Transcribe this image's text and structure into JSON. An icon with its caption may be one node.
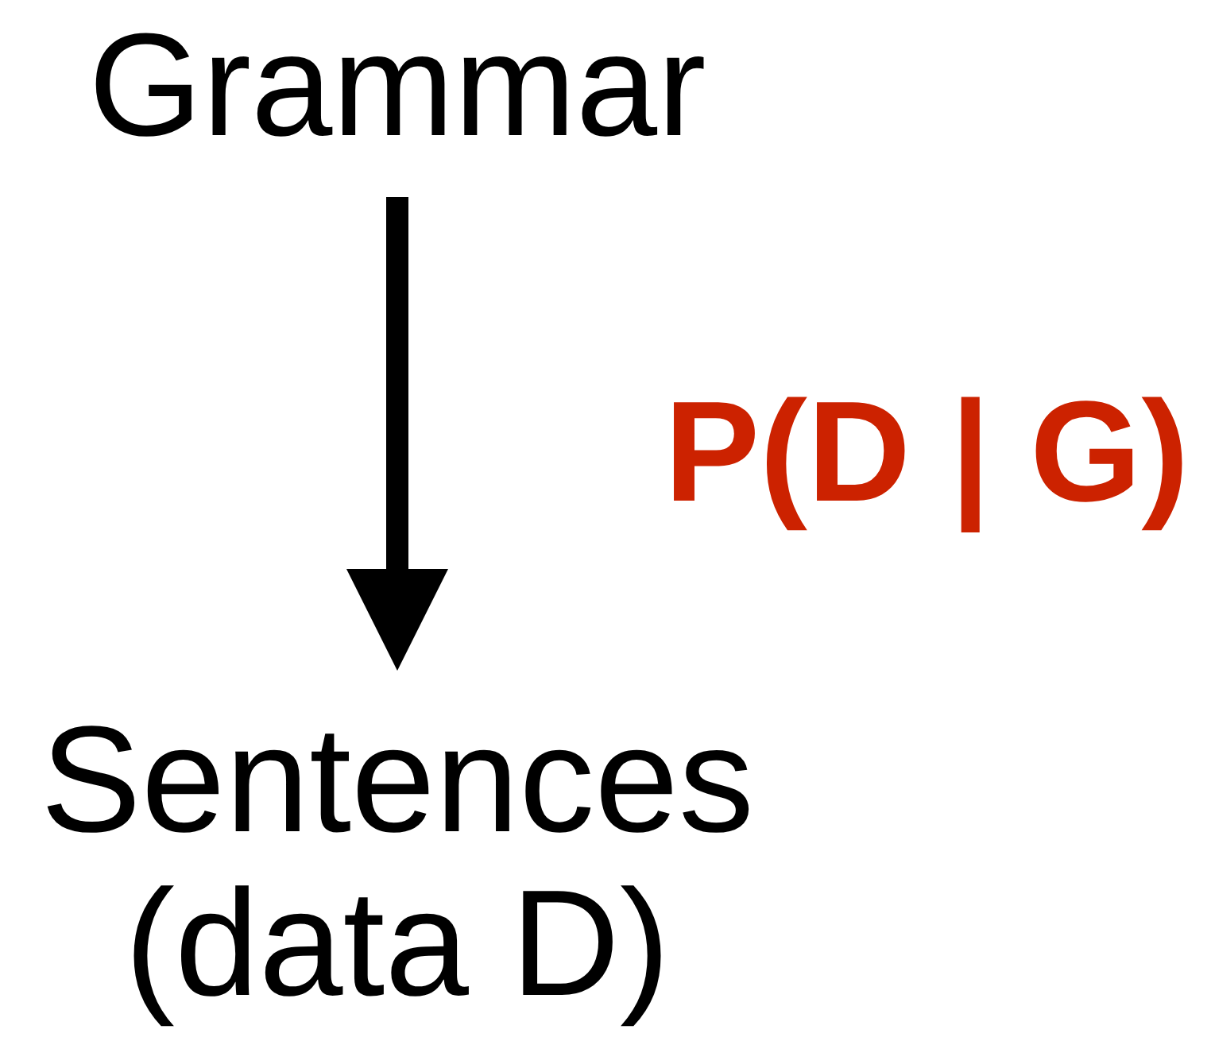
{
  "diagram": {
    "nodes": [
      {
        "text": [
          "Grammar"
        ]
      },
      {
        "text": [
          "Sentences (data D)"
        ]
      }
    ],
    "edges": [
      {
        "from": 0,
        "to": 1,
        "arrow": "to",
        "label": "P(D | G)"
      }
    ]
  }
}
